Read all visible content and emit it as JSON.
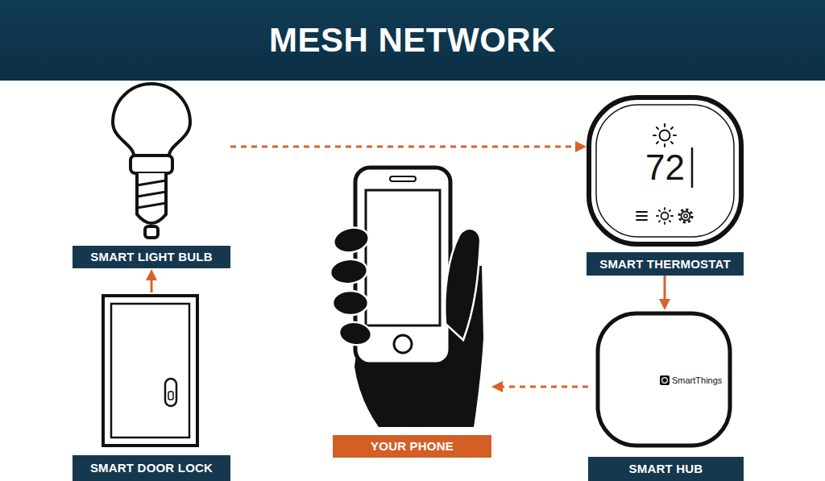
{
  "diagram": {
    "title": "MESH NETWORK",
    "nodes": [
      {
        "text": [
          "SMART LIGHT BULB"
        ]
      },
      {
        "text": [
          "72",
          "SMART THERMOSTAT"
        ]
      },
      {
        "text": [
          "YOUR PHONE"
        ]
      },
      {
        "text": [
          "SMART DOOR LOCK"
        ]
      },
      {
        "text": [
          "SmartThings",
          "SMART HUB"
        ]
      }
    ],
    "edges": [
      {
        "from": 3,
        "to": 0,
        "arrow": "to"
      },
      {
        "from": 0,
        "to": 1,
        "arrow": "to"
      },
      {
        "from": 1,
        "to": 4,
        "arrow": "to"
      },
      {
        "from": 4,
        "to": 2,
        "arrow": "to"
      }
    ]
  }
}
